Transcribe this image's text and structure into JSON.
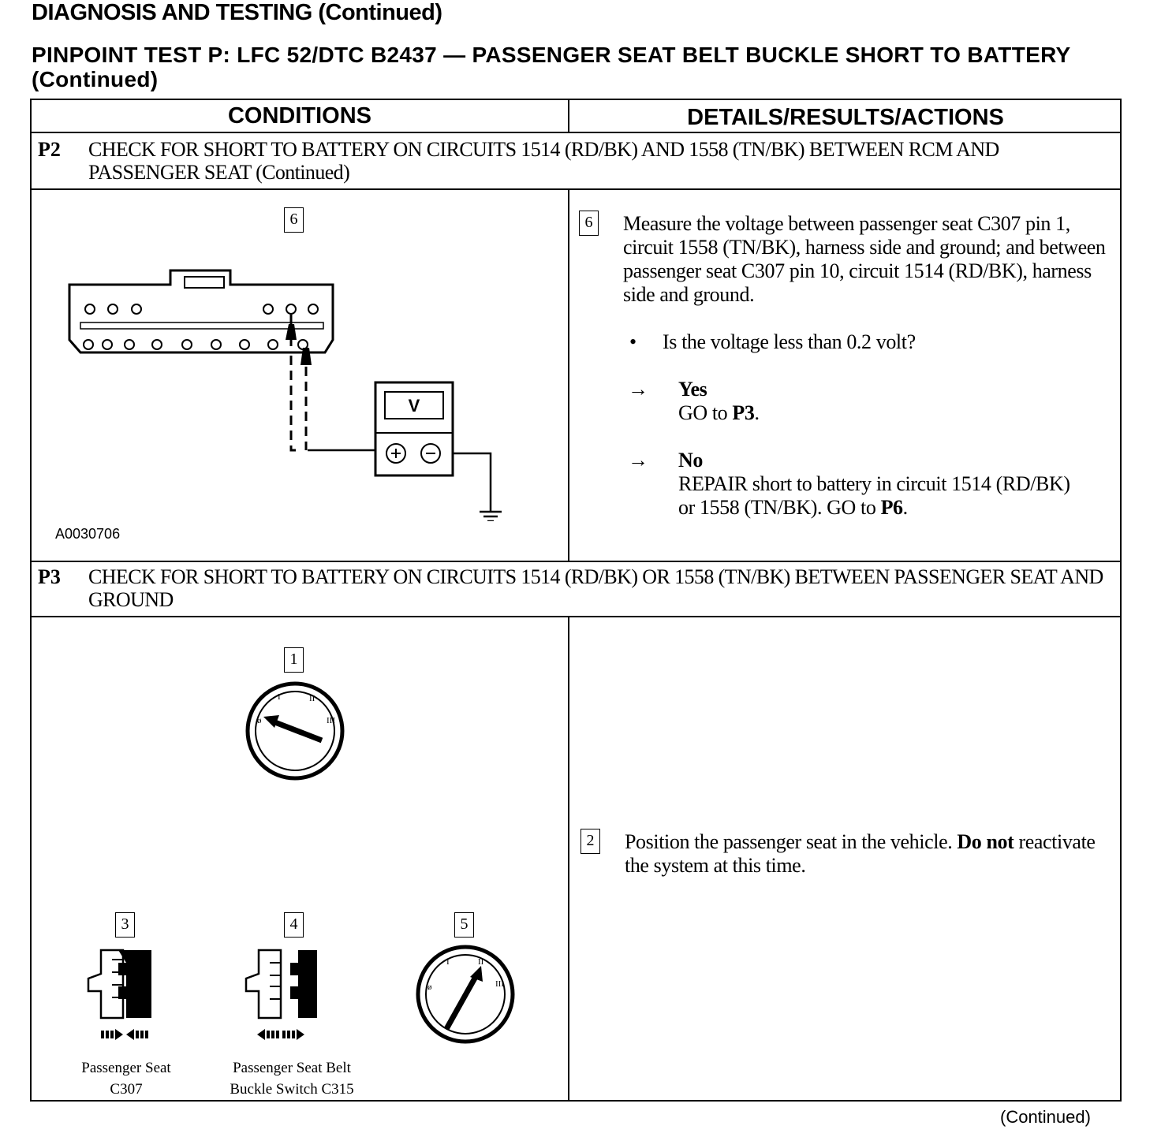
{
  "header": {
    "section_title": "DIAGNOSIS AND TESTING (Continued)",
    "test_title": "PINPOINT TEST P: LFC 52/DTC B2437 — PASSENGER SEAT BELT BUCKLE SHORT TO BATTERY (Continued)"
  },
  "table": {
    "col_conditions": "CONDITIONS",
    "col_details": "DETAILS/RESULTS/ACTIONS"
  },
  "p2": {
    "id": "P2",
    "title": "CHECK FOR SHORT TO BATTERY ON CIRCUITS 1514 (RD/BK) AND 1558 (TN/BK) BETWEEN RCM AND PASSENGER SEAT (Continued)",
    "figure_step": "6",
    "figure_id": "A0030706",
    "meter_label": "V",
    "step_num": "6",
    "step_text": "Measure the voltage between passenger seat C307 pin 1, circuit 1558 (TN/BK), harness side and ground; and between passenger seat C307 pin 10, circuit 1514 (RD/BK), harness side and ground.",
    "question": "Is the voltage less than 0.2 volt?",
    "yes_label": "Yes",
    "yes_action_prefix": "GO to ",
    "yes_action_target": "P3",
    "yes_action_suffix": ".",
    "no_label": "No",
    "no_action_prefix": "REPAIR short to battery in circuit 1514 (RD/BK) or 1558 (TN/BK). GO to ",
    "no_action_target": "P6",
    "no_action_suffix": "."
  },
  "p3": {
    "id": "P3",
    "title": "CHECK FOR SHORT TO BATTERY ON CIRCUITS 1514 (RD/BK) OR 1558 (TN/BK) BETWEEN PASSENGER SEAT AND GROUND",
    "fig1_step": "1",
    "fig3_step": "3",
    "fig4_step": "4",
    "fig5_step": "5",
    "fig3_caption_line1": "Passenger Seat",
    "fig3_caption_line2": "C307",
    "fig4_caption_line1": "Passenger Seat Belt",
    "fig4_caption_line2": "Buckle Switch C315",
    "step_num": "2",
    "step_text": "Position the passenger seat in the vehicle. ",
    "step_text_bold": "Do not",
    "step_text_end": " reactivate the system at this time."
  },
  "footer": {
    "continued": "(Continued)"
  }
}
